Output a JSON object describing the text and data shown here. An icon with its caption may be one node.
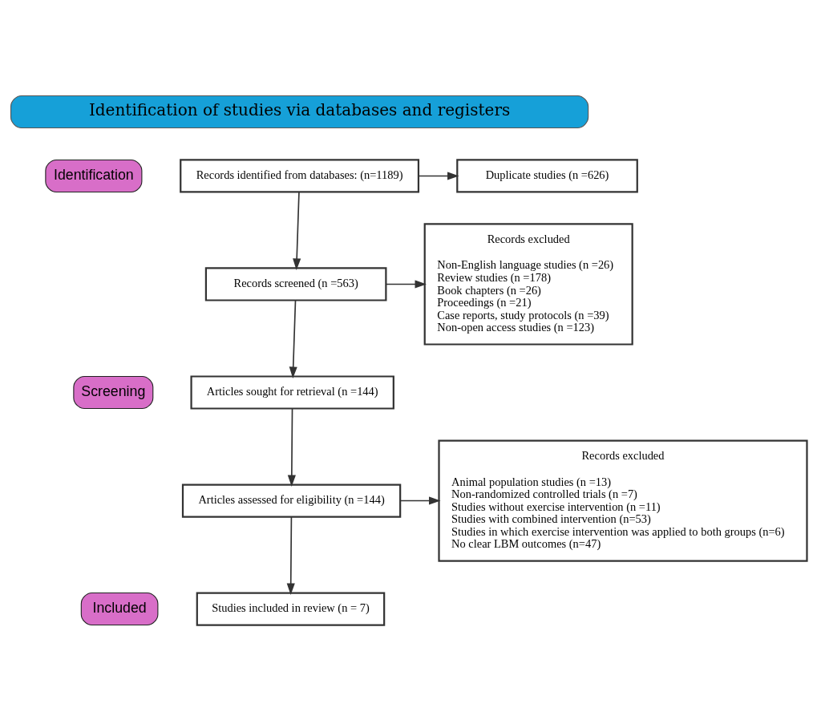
{
  "diagram": {
    "nodes": [
      {
        "text": [
          "Identification of studies via databases and registers"
        ]
      },
      {
        "text": [
          "Identification"
        ]
      },
      {
        "text": [
          "Screening"
        ]
      },
      {
        "text": [
          "Included"
        ]
      },
      {
        "text": [
          "Records identified from databases: (n=1189)"
        ]
      },
      {
        "text": [
          "Duplicate studies (n =626)"
        ]
      },
      {
        "text": [
          "Records screened (n =563)"
        ]
      },
      {
        "text": [
          "Records excluded",
          "Non-English language studies (n =26)",
          "Review studies (n =178)",
          "Book chapters (n =26)",
          "Proceedings (n =21)",
          "Case reports, study protocols (n =39)",
          "Non-open access studies (n =123)"
        ]
      },
      {
        "text": [
          "Articles sought for retrieval (n =144)"
        ]
      },
      {
        "text": [
          "Records excluded",
          "Animal population studies (n =13)",
          "Non-randomized controlled trials (n =7)",
          "Studies without exercise intervention (n =11)",
          "Studies with combined intervention (n=53)",
          "Studies in which exercise intervention was applied to both groups (n=6)",
          "No clear LBM outcomes (n=47)"
        ]
      },
      {
        "text": [
          "Articles assessed for eligibility (n =144)"
        ]
      },
      {
        "text": [
          "Studies included in review (n = 7)"
        ]
      }
    ],
    "edges": [
      {
        "from": 4,
        "to": 5,
        "arrow": "to"
      },
      {
        "from": 4,
        "to": 6,
        "arrow": "to"
      },
      {
        "from": 6,
        "to": 7,
        "arrow": "to"
      },
      {
        "from": 6,
        "to": 8,
        "arrow": "to"
      },
      {
        "from": 8,
        "to": 10,
        "arrow": "to"
      },
      {
        "from": 10,
        "to": 9,
        "arrow": "to"
      },
      {
        "from": 10,
        "to": 11,
        "arrow": "to"
      }
    ]
  }
}
